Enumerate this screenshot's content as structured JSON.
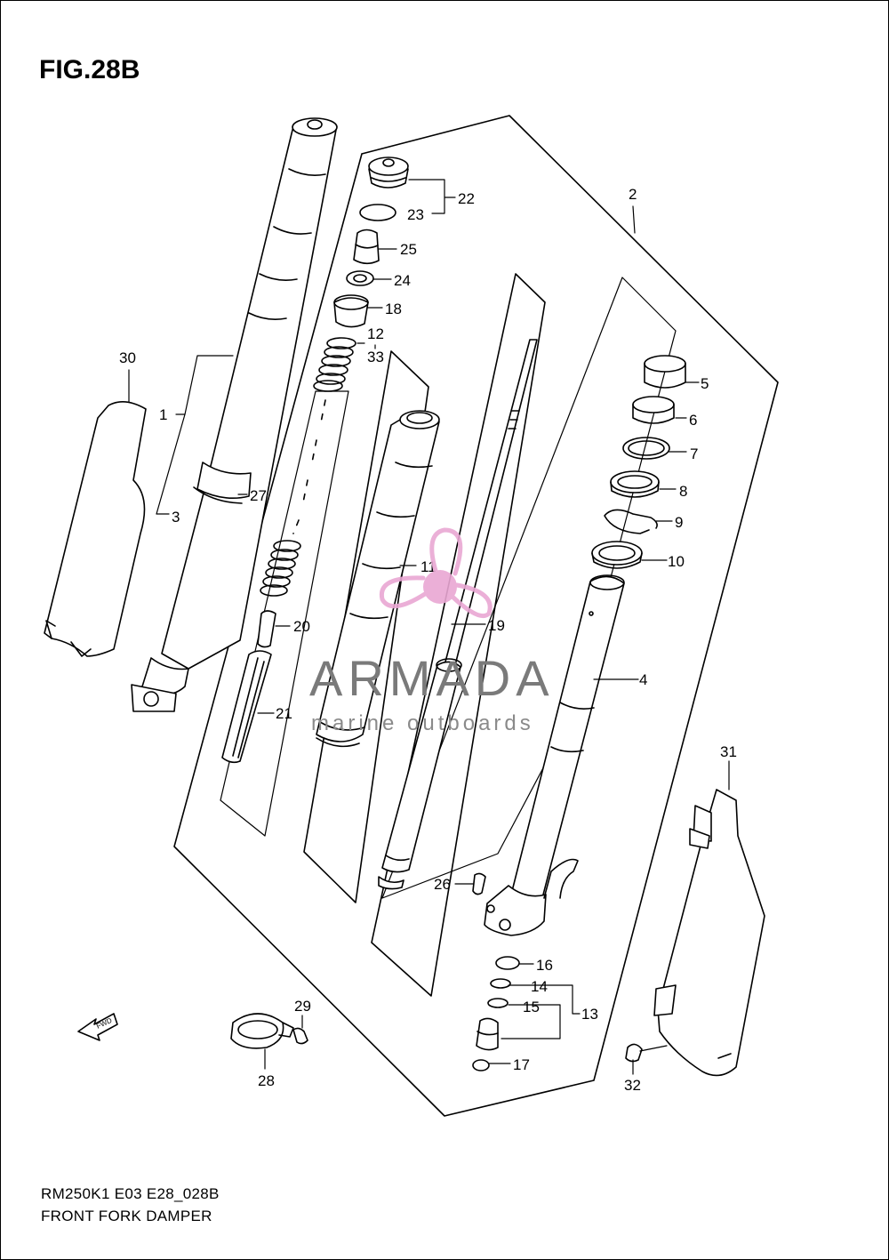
{
  "figure": {
    "title": "FIG.28B",
    "model_code": "RM250K1 E03 E28_028B",
    "caption": "FRONT FORK DAMPER"
  },
  "watermark": {
    "brand": "ARMADA",
    "tagline": "marine outboards",
    "colors": {
      "logo": "#e9a7d3",
      "text": "#7a7a7a"
    }
  },
  "fwd_label": "FWD",
  "callouts": {
    "p1": "1",
    "p2": "2",
    "p3": "3",
    "p4": "4",
    "p5": "5",
    "p6": "6",
    "p7": "7",
    "p8": "8",
    "p9": "9",
    "p10": "10",
    "p11": "11",
    "p12": "12",
    "p13": "13",
    "p14": "14",
    "p15": "15",
    "p16": "16",
    "p17": "17",
    "p18": "18",
    "p19": "19",
    "p20": "20",
    "p21": "21",
    "p22": "22",
    "p23": "23",
    "p24": "24",
    "p25": "25",
    "p26": "26",
    "p27": "27",
    "p28": "28",
    "p29": "29",
    "p30": "30",
    "p31": "31",
    "p32": "32",
    "p33": "33"
  }
}
